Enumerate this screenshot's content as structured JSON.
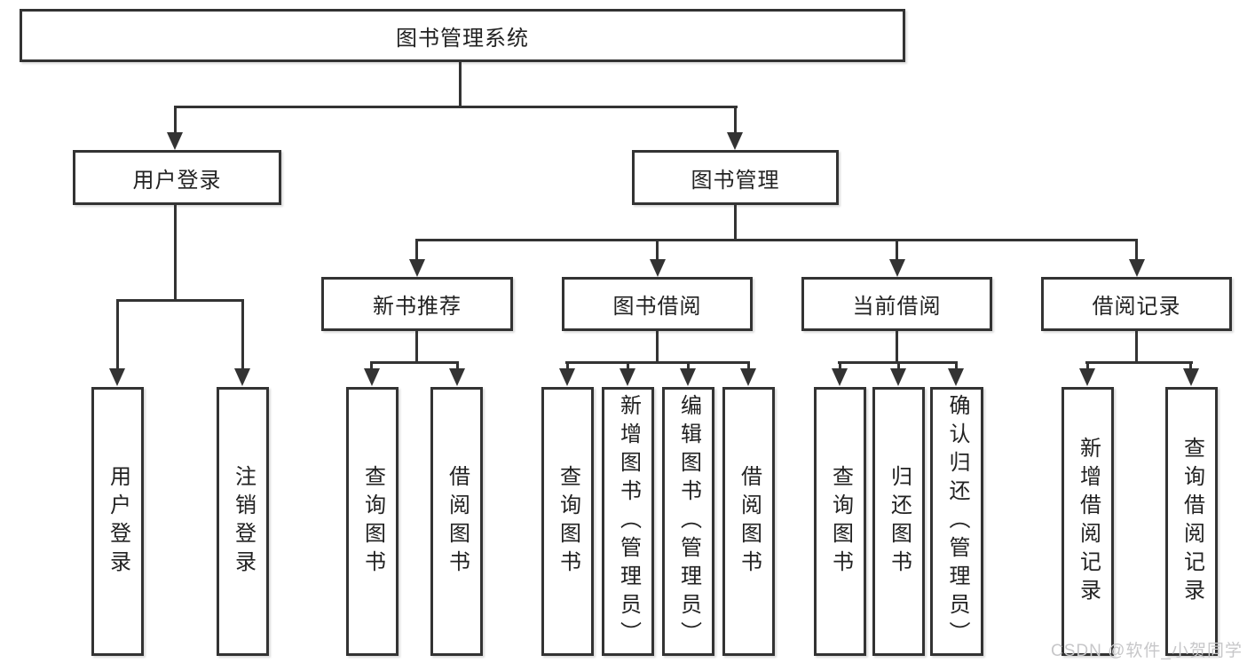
{
  "diagram": {
    "root_label": "图书管理系统",
    "branches": [
      {
        "label": "用户登录",
        "leaves": [
          "用户登录",
          "注销登录"
        ]
      },
      {
        "label": "图书管理"
      }
    ],
    "groups": [
      {
        "label": "新书推荐",
        "leaves": [
          "查询图书",
          "借阅图书"
        ]
      },
      {
        "label": "图书借阅",
        "leaves": [
          "查询图书",
          "新增图书（管理员）",
          "编辑图书（管理员）",
          "借阅图书"
        ]
      },
      {
        "label": "当前借阅",
        "leaves": [
          "查询图书",
          "归还图书",
          "确认归还（管理员）"
        ]
      },
      {
        "label": "借阅记录",
        "leaves": [
          "新增借阅记录",
          "查询借阅记录"
        ]
      }
    ]
  },
  "watermark": {
    "text": "CSDN @软件_小贺同学"
  },
  "colors": {
    "line": "#333333",
    "box_border": "#333333",
    "box_background": "#ffffff",
    "text": "#222222",
    "watermark": "#c7c7c9",
    "background": "#ffffff"
  }
}
